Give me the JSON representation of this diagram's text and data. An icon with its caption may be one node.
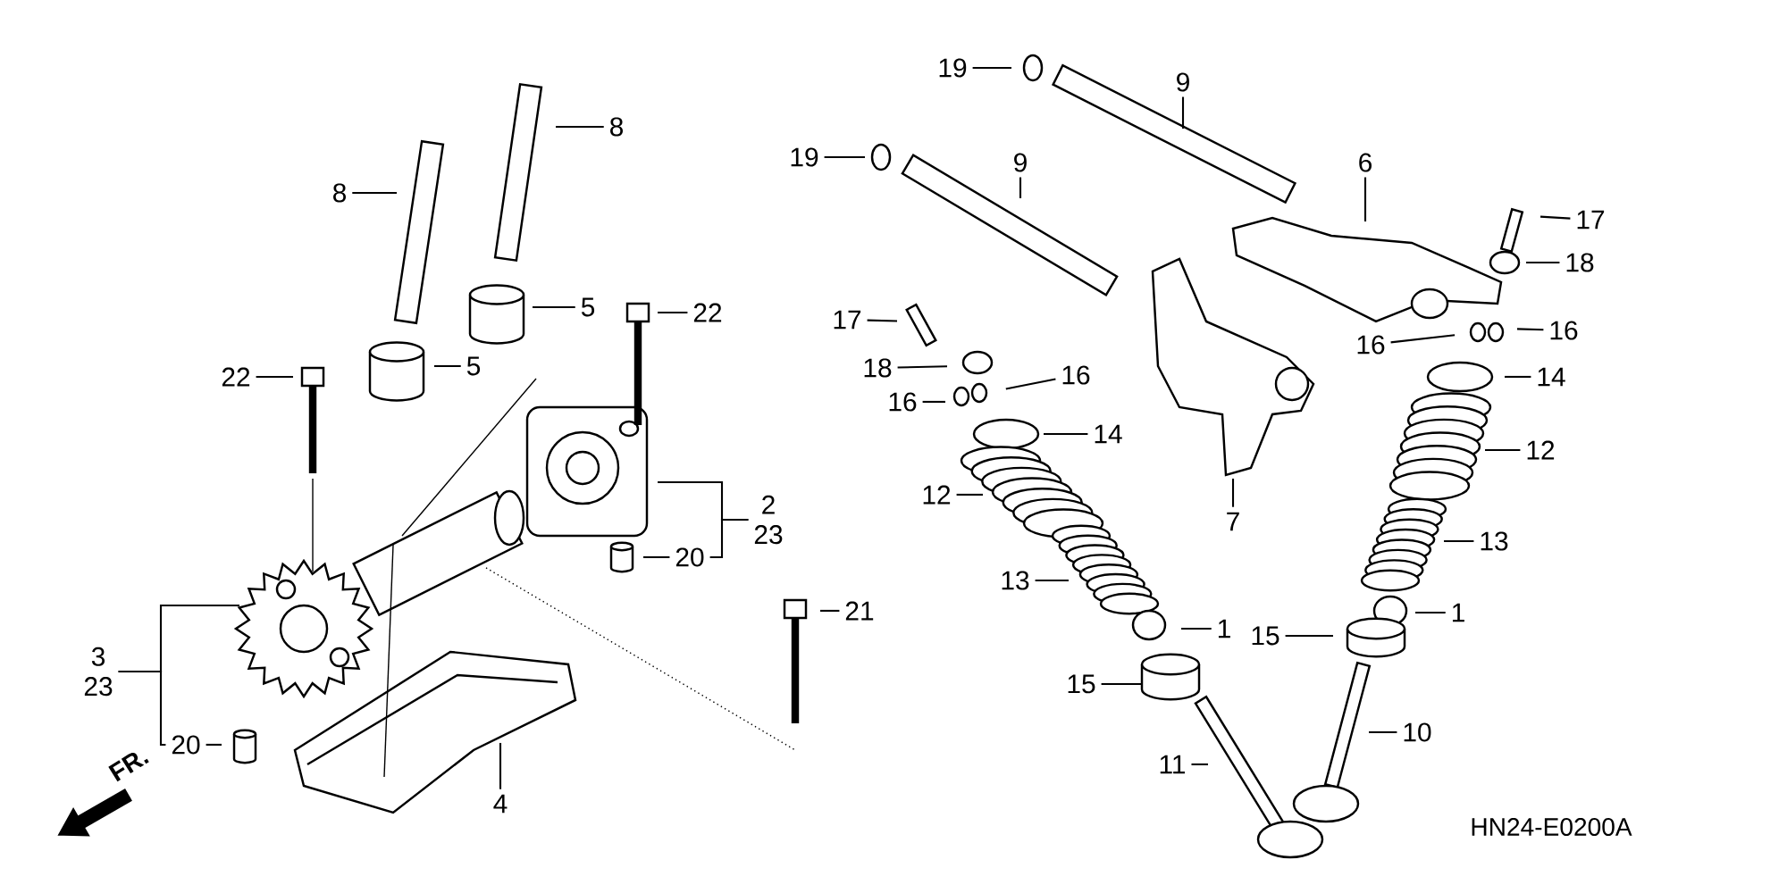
{
  "diagram": {
    "nodes": [
      {
        "text": [
          "19"
        ]
      },
      {
        "text": [
          "8"
        ]
      },
      {
        "text": [
          "9"
        ]
      },
      {
        "text": [
          "19"
        ]
      },
      {
        "text": [
          "9"
        ]
      },
      {
        "text": [
          "6"
        ]
      },
      {
        "text": [
          "8"
        ]
      },
      {
        "text": [
          "17"
        ]
      },
      {
        "text": [
          "18"
        ]
      },
      {
        "text": [
          "5"
        ]
      },
      {
        "text": [
          "22"
        ]
      },
      {
        "text": [
          "17"
        ]
      },
      {
        "text": [
          "16"
        ]
      },
      {
        "text": [
          "16"
        ]
      },
      {
        "text": [
          "5"
        ]
      },
      {
        "text": [
          "18"
        ]
      },
      {
        "text": [
          "22"
        ]
      },
      {
        "text": [
          "16"
        ]
      },
      {
        "text": [
          "14"
        ]
      },
      {
        "text": [
          "16"
        ]
      },
      {
        "text": [
          "14"
        ]
      },
      {
        "text": [
          "12"
        ]
      },
      {
        "text": [
          "12"
        ]
      },
      {
        "text": [
          "7"
        ]
      },
      {
        "text": [
          "2",
          "23"
        ]
      },
      {
        "text": [
          "13"
        ]
      },
      {
        "text": [
          "20"
        ]
      },
      {
        "text": [
          "13"
        ]
      },
      {
        "text": [
          "21"
        ]
      },
      {
        "text": [
          "1"
        ]
      },
      {
        "text": [
          "1"
        ]
      },
      {
        "text": [
          "15"
        ]
      },
      {
        "text": [
          "3",
          "23"
        ]
      },
      {
        "text": [
          "15"
        ]
      },
      {
        "text": [
          "10"
        ]
      },
      {
        "text": [
          "20"
        ]
      },
      {
        "text": [
          "11"
        ]
      },
      {
        "text": [
          "4"
        ]
      }
    ],
    "edges": [
      {
        "from": 0,
        "to": null,
        "arrow": "none"
      },
      {
        "from": 1,
        "to": null,
        "arrow": "none"
      },
      {
        "from": 2,
        "to": null,
        "arrow": "none"
      },
      {
        "from": 3,
        "to": null,
        "arrow": "none"
      },
      {
        "from": 4,
        "to": null,
        "arrow": "none"
      },
      {
        "from": 5,
        "to": null,
        "arrow": "none"
      },
      {
        "from": 6,
        "to": null,
        "arrow": "none"
      },
      {
        "from": 7,
        "to": null,
        "arrow": "none"
      },
      {
        "from": 8,
        "to": null,
        "arrow": "none"
      },
      {
        "from": 9,
        "to": null,
        "arrow": "none"
      },
      {
        "from": 10,
        "to": null,
        "arrow": "none"
      },
      {
        "from": 11,
        "to": null,
        "arrow": "none"
      },
      {
        "from": 12,
        "to": null,
        "arrow": "none"
      },
      {
        "from": 13,
        "to": null,
        "arrow": "none"
      },
      {
        "from": 14,
        "to": null,
        "arrow": "none"
      },
      {
        "from": 15,
        "to": null,
        "arrow": "none"
      },
      {
        "from": 16,
        "to": null,
        "arrow": "none"
      },
      {
        "from": 17,
        "to": null,
        "arrow": "none"
      },
      {
        "from": 18,
        "to": null,
        "arrow": "none"
      },
      {
        "from": 19,
        "to": null,
        "arrow": "none"
      },
      {
        "from": 20,
        "to": null,
        "arrow": "none"
      },
      {
        "from": 21,
        "to": null,
        "arrow": "none"
      },
      {
        "from": 22,
        "to": null,
        "arrow": "none"
      },
      {
        "from": 23,
        "to": null,
        "arrow": "none"
      },
      {
        "from": 24,
        "to": null,
        "arrow": "none"
      },
      {
        "from": 24,
        "to": 26,
        "arrow": "none"
      },
      {
        "from": 25,
        "to": null,
        "arrow": "none"
      },
      {
        "from": 26,
        "to": null,
        "arrow": "none"
      },
      {
        "from": 27,
        "to": null,
        "arrow": "none"
      },
      {
        "from": 28,
        "to": null,
        "arrow": "none"
      },
      {
        "from": 29,
        "to": null,
        "arrow": "none"
      },
      {
        "from": 30,
        "to": null,
        "arrow": "none"
      },
      {
        "from": 31,
        "to": null,
        "arrow": "none"
      },
      {
        "from": 32,
        "to": null,
        "arrow": "none"
      },
      {
        "from": 32,
        "to": 35,
        "arrow": "none"
      },
      {
        "from": 33,
        "to": null,
        "arrow": "none"
      },
      {
        "from": 34,
        "to": null,
        "arrow": "none"
      },
      {
        "from": 35,
        "to": null,
        "arrow": "none"
      },
      {
        "from": 36,
        "to": null,
        "arrow": "none"
      },
      {
        "from": 37,
        "to": null,
        "arrow": "none"
      }
    ],
    "labels": [
      "FR.",
      "HN24-E0200A"
    ]
  }
}
